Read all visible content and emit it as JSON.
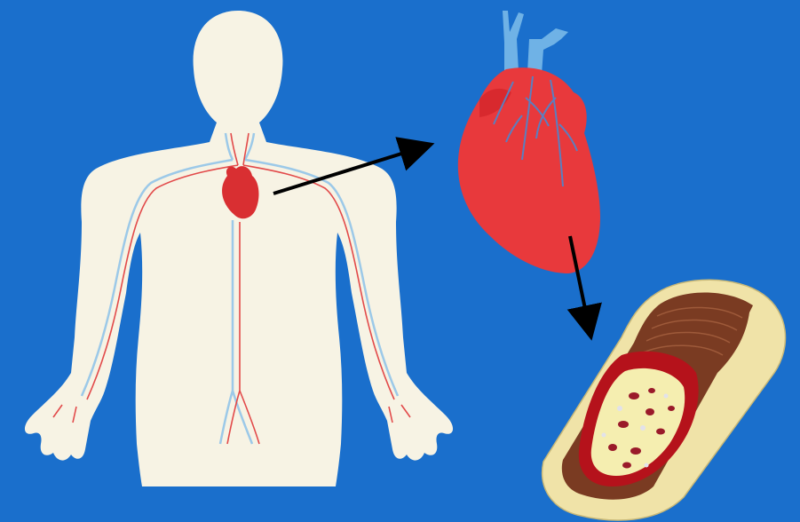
{
  "colors": {
    "background": "#1a6fcc",
    "body_silhouette": "#f7f3e4",
    "artery": "#e24a4a",
    "vein": "#9cc9e8",
    "heart": "#e8393c",
    "heart_vessel": "#6fb2e6",
    "arrow": "#000000",
    "vessel_wall_outer": "#f0e3a8",
    "vessel_wall_muscle": "#7a3b22",
    "vessel_intima": "#b5121b",
    "plaque": "#f5eeb0",
    "blood_cell": "#9a1a2a"
  },
  "figures": [
    {
      "icon": "human-body-circulatory-system"
    },
    {
      "icon": "anatomical-heart"
    },
    {
      "icon": "artery-cross-section"
    }
  ],
  "arrows": [
    {
      "from": "human-body-heart",
      "to": "anatomical-heart"
    },
    {
      "from": "anatomical-heart",
      "to": "artery-cross-section"
    }
  ]
}
